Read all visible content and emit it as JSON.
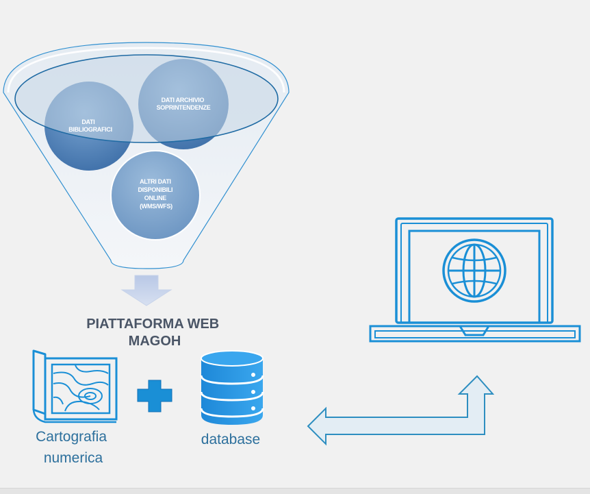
{
  "funnel": {
    "sources": [
      {
        "lines": [
          "DATI",
          "BIBLIOGRAFICI"
        ]
      },
      {
        "lines": [
          "DATI ARCHIVIO",
          "SOPRINTENDENZE"
        ]
      },
      {
        "lines": [
          "ALTRI DATI",
          "DISPONIBILI",
          "ONLINE",
          "(WMS/WFS)"
        ]
      }
    ]
  },
  "platform": {
    "title_lines": [
      "PIATTAFORMA WEB",
      "MAGOH"
    ]
  },
  "components": {
    "map_caption_lines": [
      "Cartografia",
      "numerica"
    ],
    "database_caption": "database"
  },
  "colors": {
    "accent_blue": "#1a8fd6",
    "dark_blue": "#1f6fae",
    "circle_blue": "#5b8bbf",
    "arrow_fill": "#dde9f2",
    "arrow_stroke": "#2d8ec0"
  }
}
